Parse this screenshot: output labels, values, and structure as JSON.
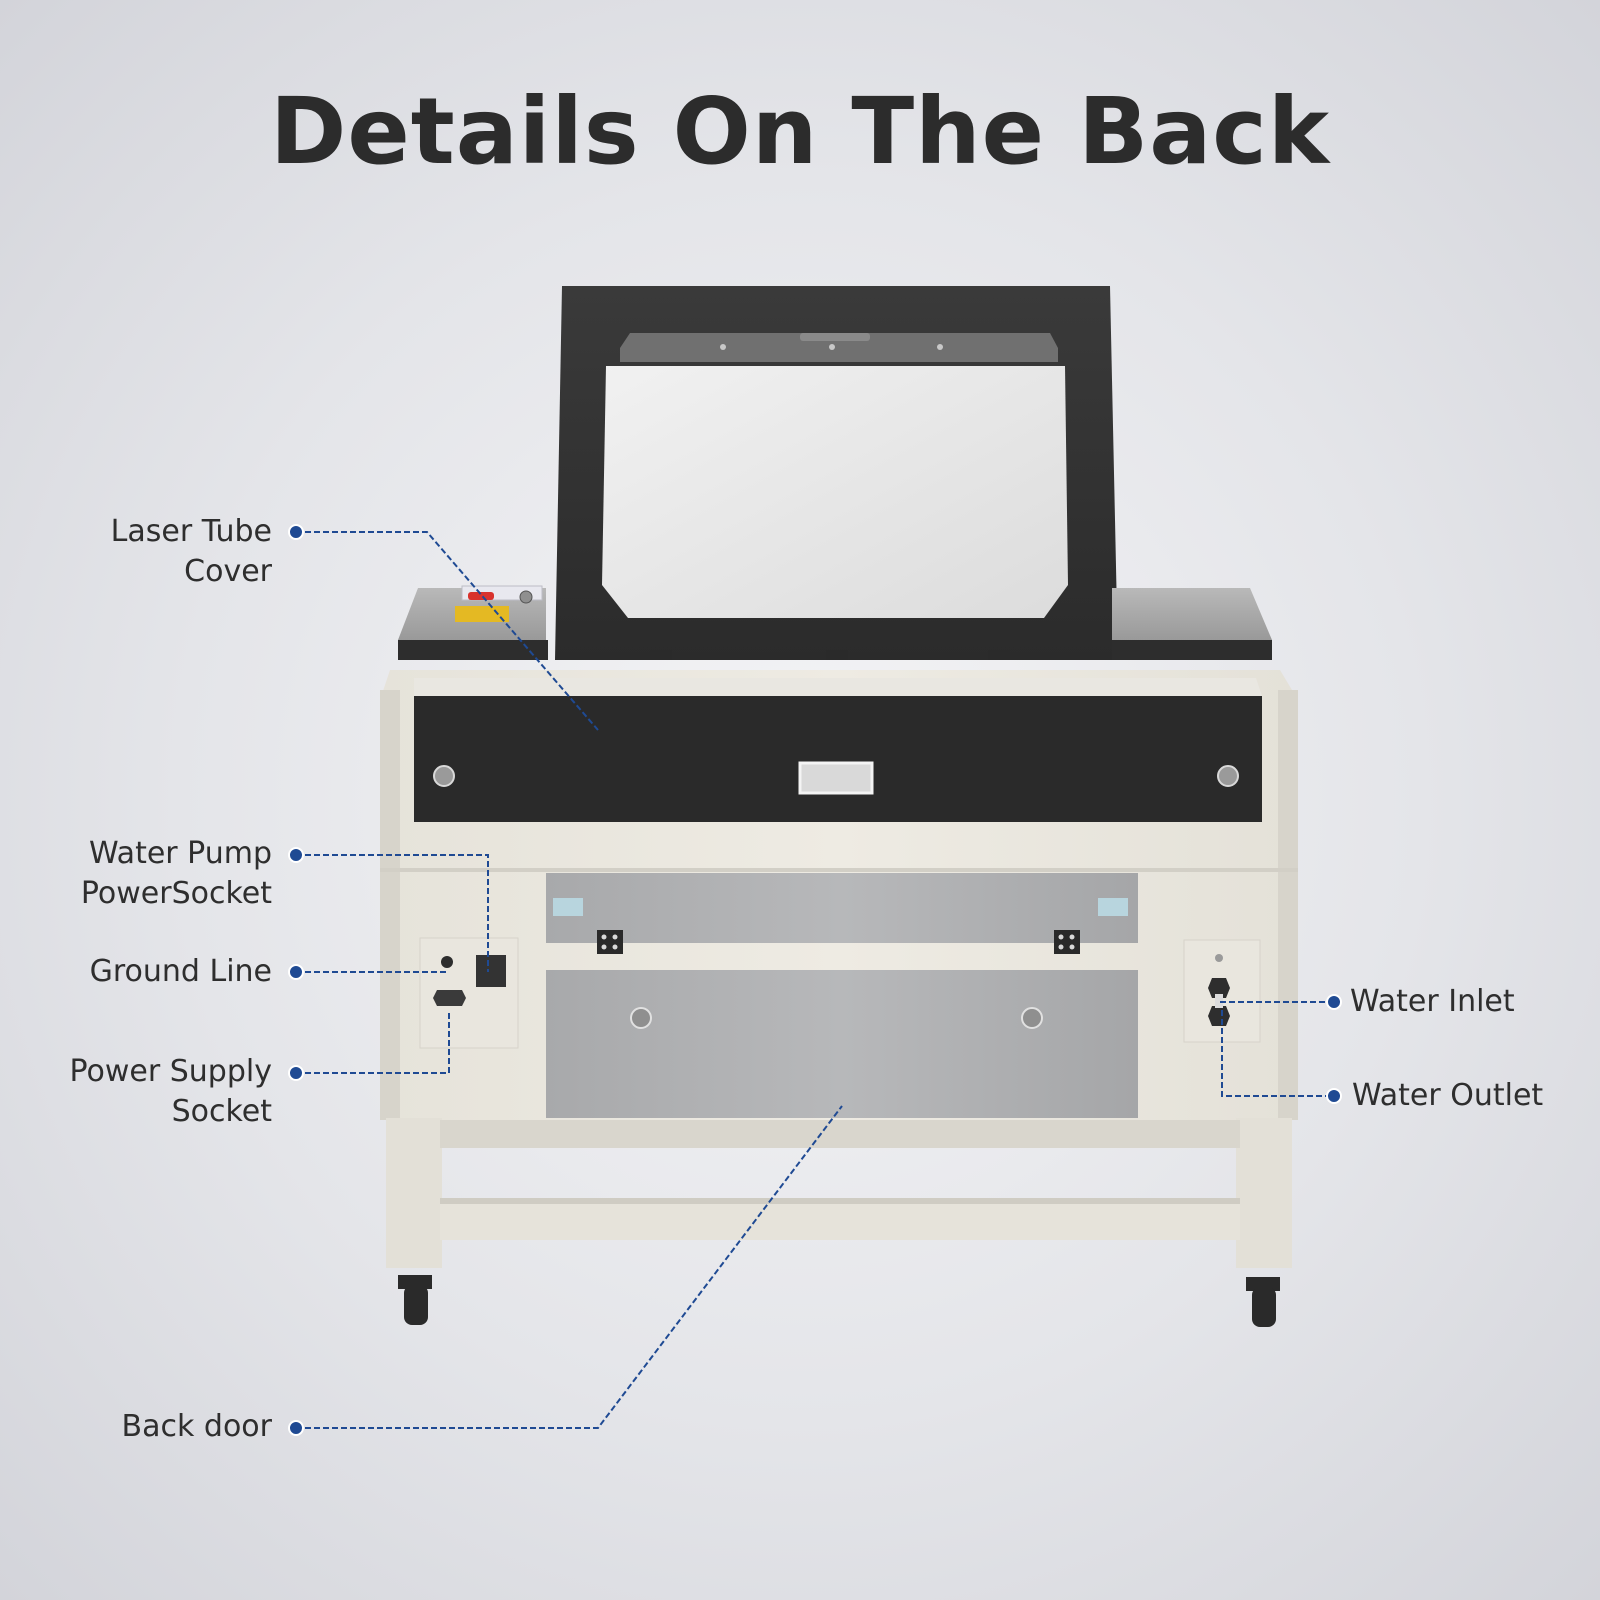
{
  "title": "Details On The Back",
  "accent_color": "#1f4a93",
  "labels": {
    "laser_tube_cover": {
      "line1": "Laser Tube",
      "line2": "Cover"
    },
    "water_pump_power_socket": {
      "line1": "Water Pump",
      "line2": "PowerSocket"
    },
    "ground_line": {
      "line1": "Ground Line"
    },
    "power_supply_socket": {
      "line1": "Power Supply",
      "line2": "Socket"
    },
    "back_door": {
      "line1": "Back door"
    },
    "water_inlet": {
      "line1": "Water Inlet"
    },
    "water_outlet": {
      "line1": "Water Outlet"
    }
  }
}
